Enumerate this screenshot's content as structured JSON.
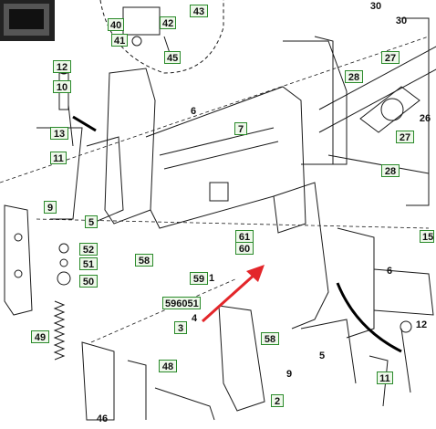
{
  "diagram": {
    "colors": {
      "line": "#1a1a1a",
      "callout_border": "#2a8a2a",
      "callout_fill": "#eef8ea",
      "arrow": "#e3262a"
    },
    "callouts": [
      "12",
      "10",
      "13",
      "11",
      "9",
      "5",
      "52",
      "51",
      "50",
      "49",
      "48",
      "46",
      "40",
      "42",
      "41",
      "43",
      "45",
      "30",
      "30",
      "27",
      "28",
      "26",
      "27",
      "28",
      "6",
      "7",
      "58",
      "59",
      "61",
      "60",
      "1",
      "596051",
      "3",
      "4",
      "58",
      "5",
      "9",
      "2",
      "6",
      "1",
      "12",
      "11",
      "15"
    ],
    "arrow": {
      "direction": "up-right",
      "color": "red"
    }
  }
}
